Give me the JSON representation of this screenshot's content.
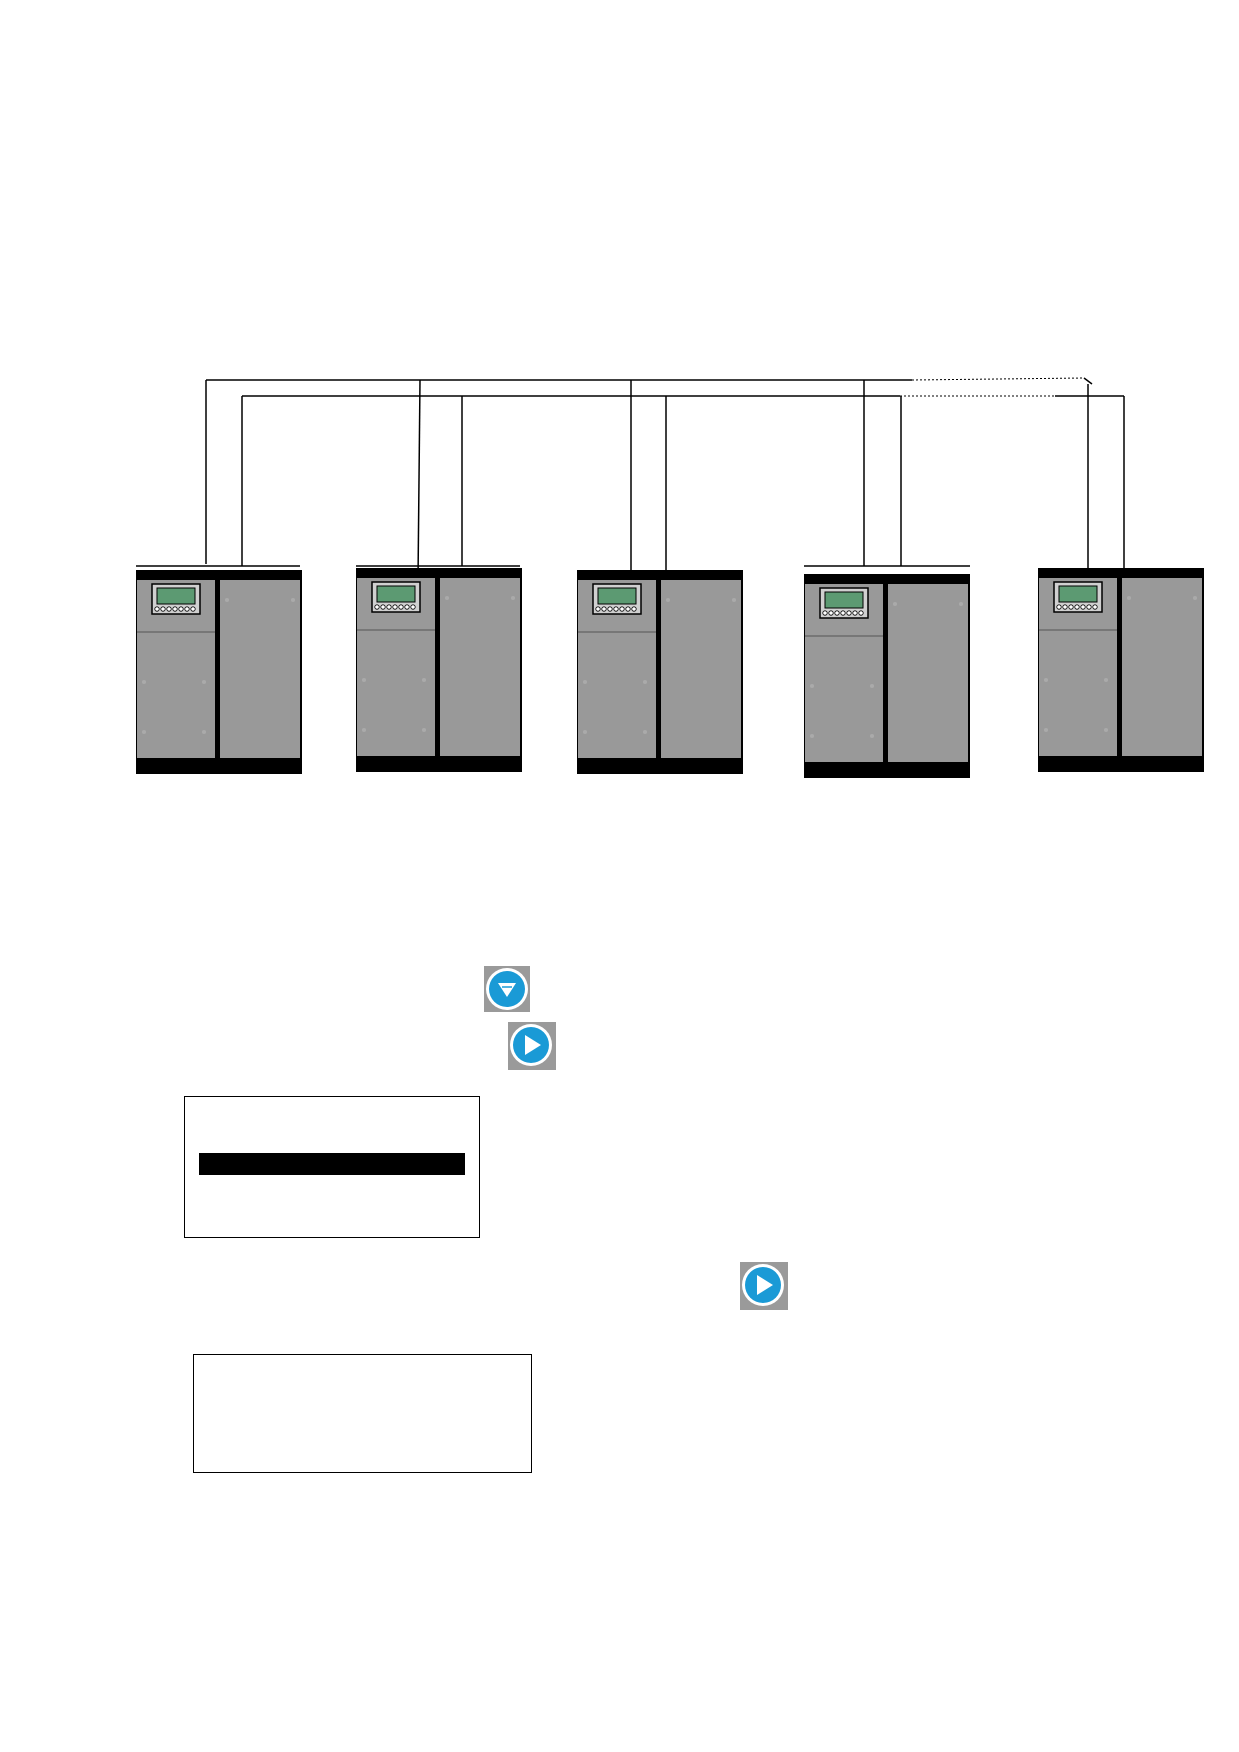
{
  "diagram": {
    "units": [
      {
        "id": "unit-1"
      },
      {
        "id": "unit-2"
      },
      {
        "id": "unit-3"
      },
      {
        "id": "unit-4"
      },
      {
        "id": "unit-5"
      }
    ],
    "colors": {
      "cabinet": "#999999",
      "cabinet_frame": "#000000",
      "screen": "#5c9a72",
      "wire": "#000000"
    }
  },
  "icons": {
    "down_button": "down-arrow-button-icon",
    "right_button_1": "right-arrow-button-icon",
    "right_button_2": "right-arrow-button-icon",
    "button_color": "#1a9ad6"
  },
  "display_1": {
    "lines": [
      "",
      "",
      ""
    ]
  },
  "display_2": {
    "lines": [
      "",
      "",
      ""
    ]
  }
}
